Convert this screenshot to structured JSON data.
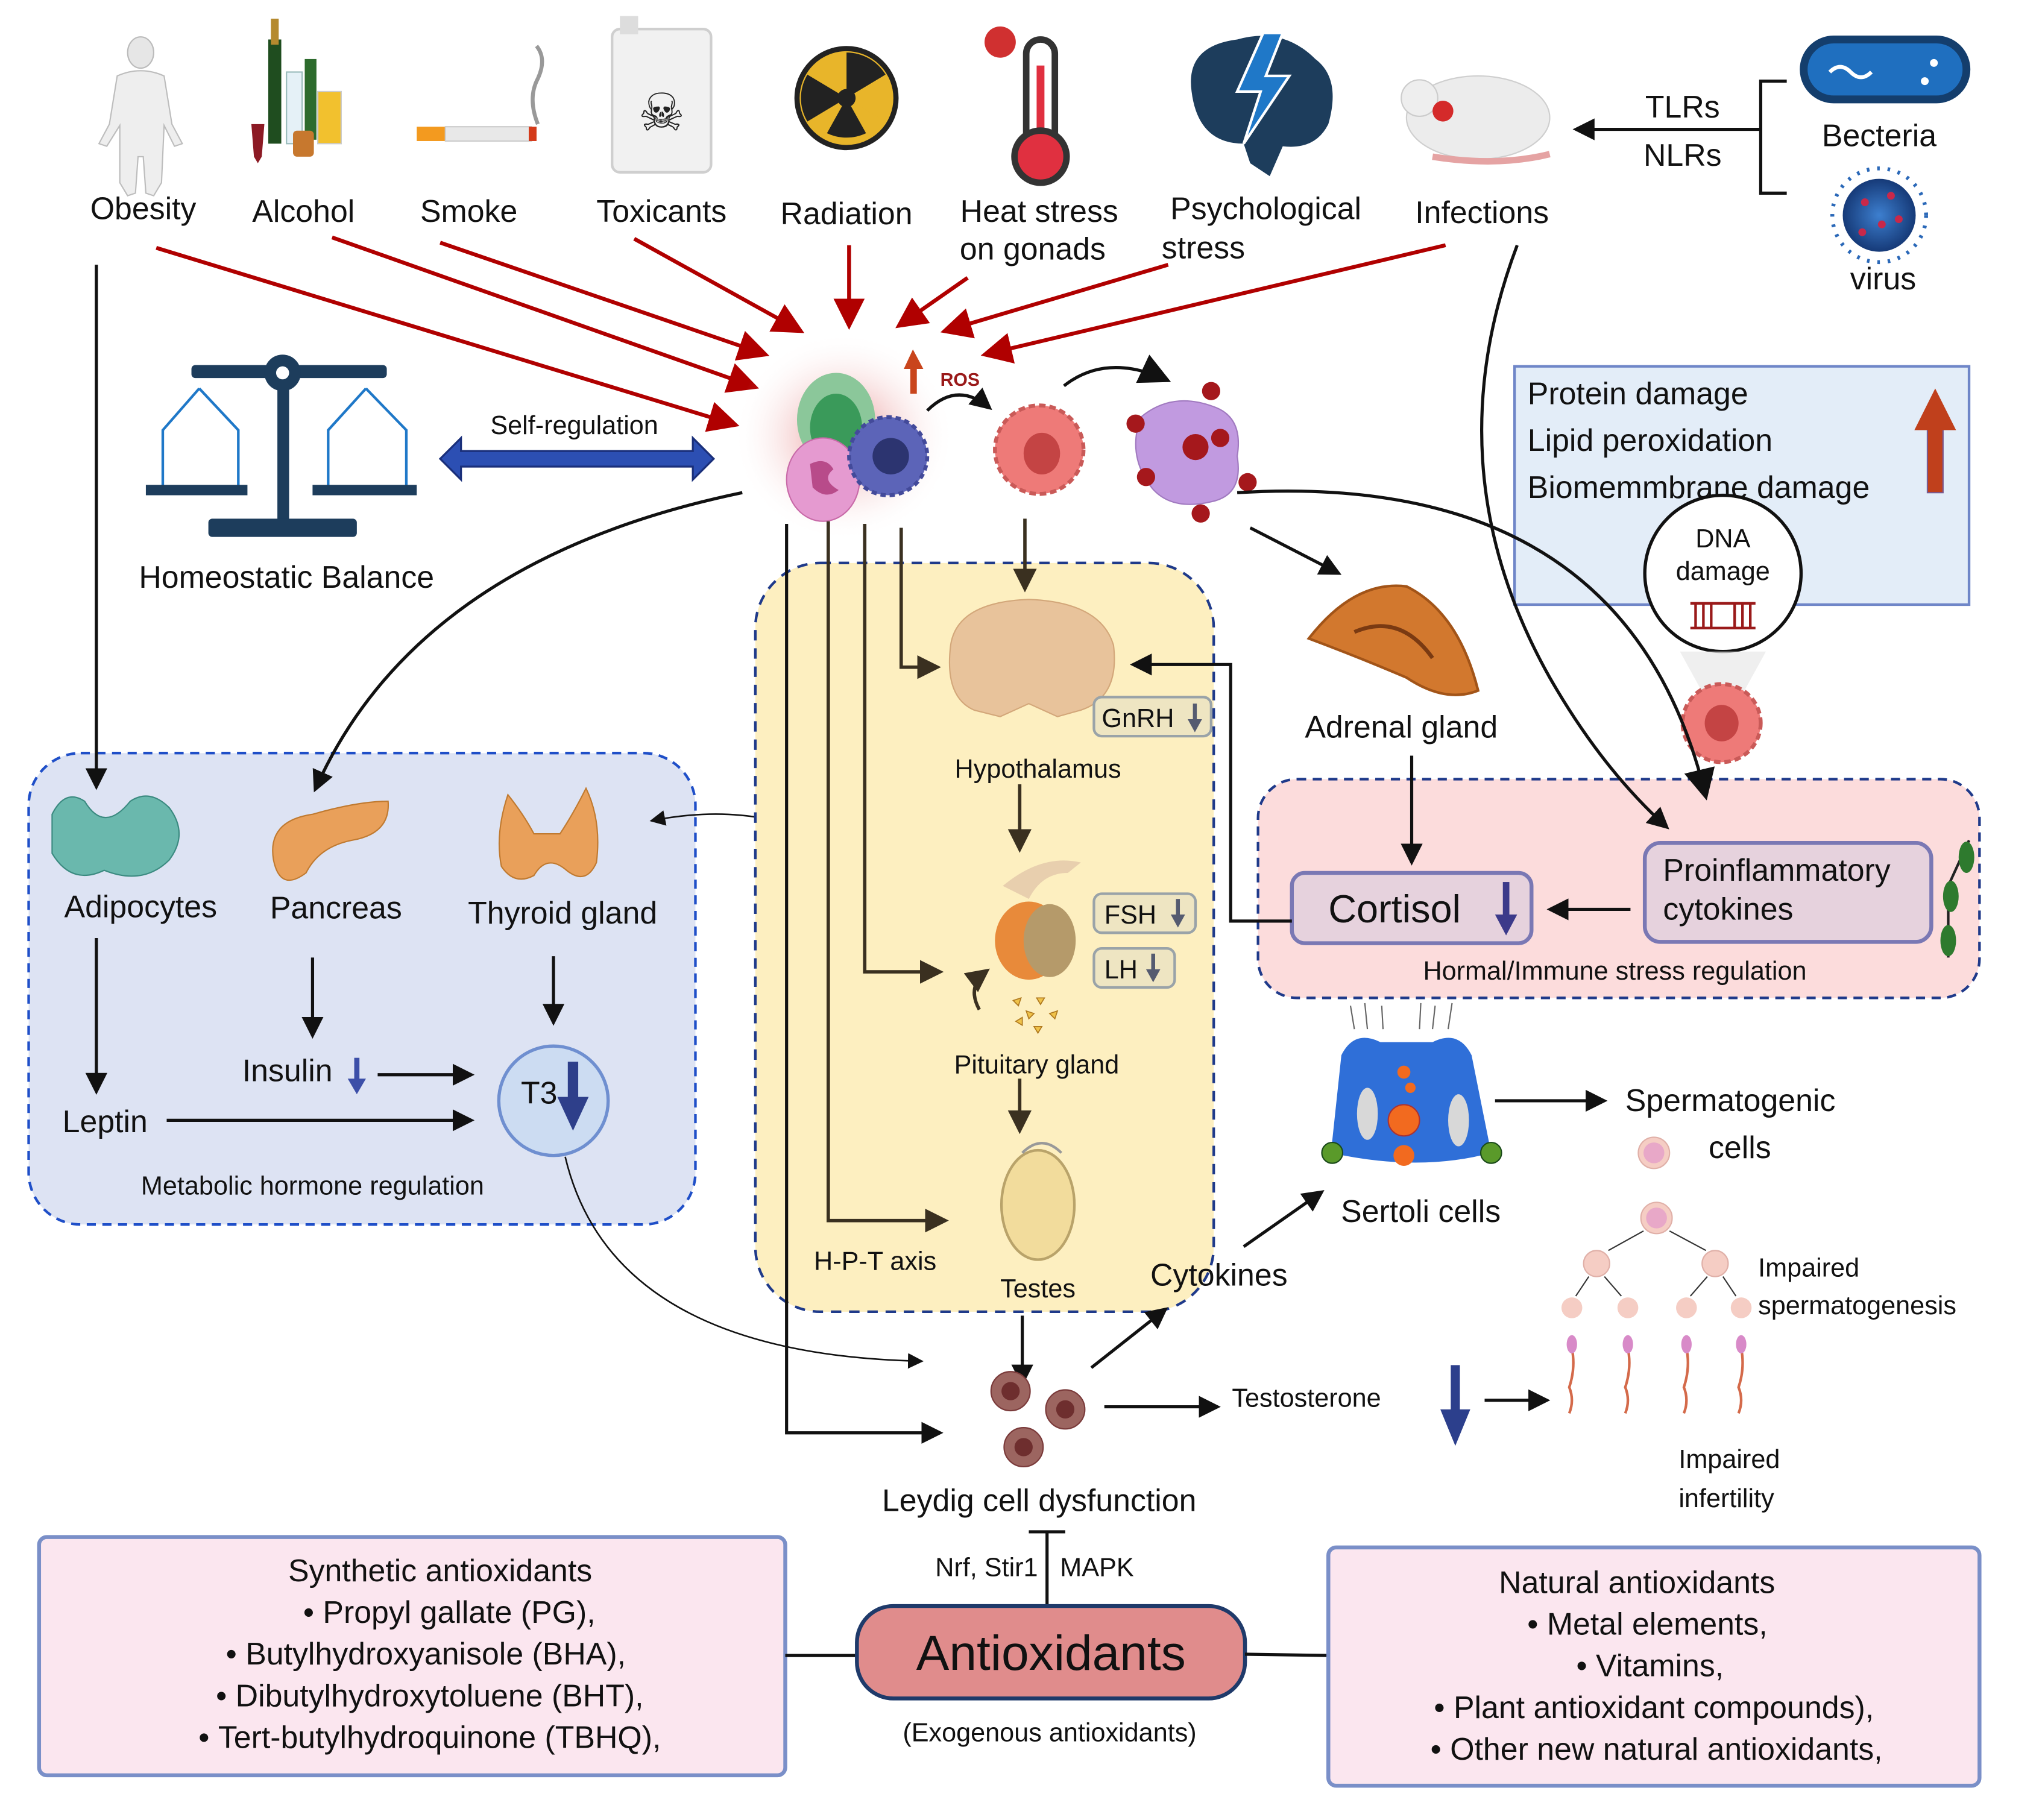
{
  "risk_factors": [
    {
      "label": "Obesity"
    },
    {
      "label": "Alcohol"
    },
    {
      "label": "Smoke"
    },
    {
      "label": "Toxicants"
    },
    {
      "label": "Radiation"
    },
    {
      "label_line1": "Heat stress",
      "label_line2": "on gonads"
    },
    {
      "label_line1": "Psychological",
      "label_line2": "stress"
    },
    {
      "label": "Infections"
    }
  ],
  "pathogens": {
    "receptors": [
      "TLRs",
      "NLRs"
    ],
    "bacteria": "Becteria",
    "virus": "virus"
  },
  "ros_label": "ROS",
  "homeostasis": {
    "label": "Homeostatic Balance",
    "arrow_label": "Self-regulation"
  },
  "damage_box": {
    "items": [
      "Protein damage",
      "Lipid peroxidation",
      "Biomemmbrane damage"
    ],
    "dna_line1": "DNA",
    "dna_line2": "damage"
  },
  "adrenal": {
    "label": "Adrenal gland"
  },
  "metabolic": {
    "title": "Metabolic hormone regulation",
    "organs": [
      "Adipocytes",
      "Pancreas",
      "Thyroid gland"
    ],
    "leptin": "Leptin",
    "insulin": "Insulin",
    "t3": "T3"
  },
  "hpt": {
    "hypothalamus": "Hypothalamus",
    "gnrh": "GnRH",
    "pituitary": "Pituitary gland",
    "fsh": "FSH",
    "lh": "LH",
    "testes": "Testes",
    "axis_label": "H-P-T axis"
  },
  "immune": {
    "title": "Hormal/Immune stress regulation",
    "cortisol": "Cortisol",
    "cytokines_line1": "Proinflammatory",
    "cytokines_line2": "cytokines"
  },
  "sertoli": {
    "label": "Sertoli cells",
    "cytokines": "Cytokines"
  },
  "spermatogenic": {
    "line1": "Spermatogenic",
    "line2": "cells",
    "impaired1_line1": "Impaired",
    "impaired1_line2": "spermatogenesis",
    "impaired2_line1": "Impaired",
    "impaired2_line2": "infertility"
  },
  "leydig": {
    "label": "Leydig cell dysfunction",
    "testosterone": "Testosterone"
  },
  "pathways": {
    "left": "Nrf, Stir1",
    "right": "MAPK"
  },
  "antioxidants": {
    "title": "Antioxidants",
    "subtitle": "(Exogenous antioxidants)",
    "synthetic": {
      "title": "Synthetic antioxidants",
      "items": [
        "Propyl gallate (PG),",
        "Butylhydroxyanisole (BHA),",
        "Dibutylhydroxytoluene (BHT),",
        "Tert-butylhydroquinone (TBHQ),"
      ]
    },
    "natural": {
      "title": "Natural antioxidants",
      "items": [
        "Metal elements,",
        "Vitamins,",
        "Plant antioxidant compounds),",
        "Other new natural antioxidants,"
      ]
    }
  },
  "colors": {
    "risk_arrow": "#b00000",
    "metabolic_bg": "#dde3f3",
    "hpt_bg": "#fdefc0",
    "immune_bg": "#fcdcdc",
    "damage_bg": "#e3edf8",
    "antioxidant_fill": "#e08c8c",
    "antioxidant_box_bg": "#fbe6ef",
    "down_arrow": "#2e3f8a",
    "dashed_border": "#1f3a8a"
  }
}
